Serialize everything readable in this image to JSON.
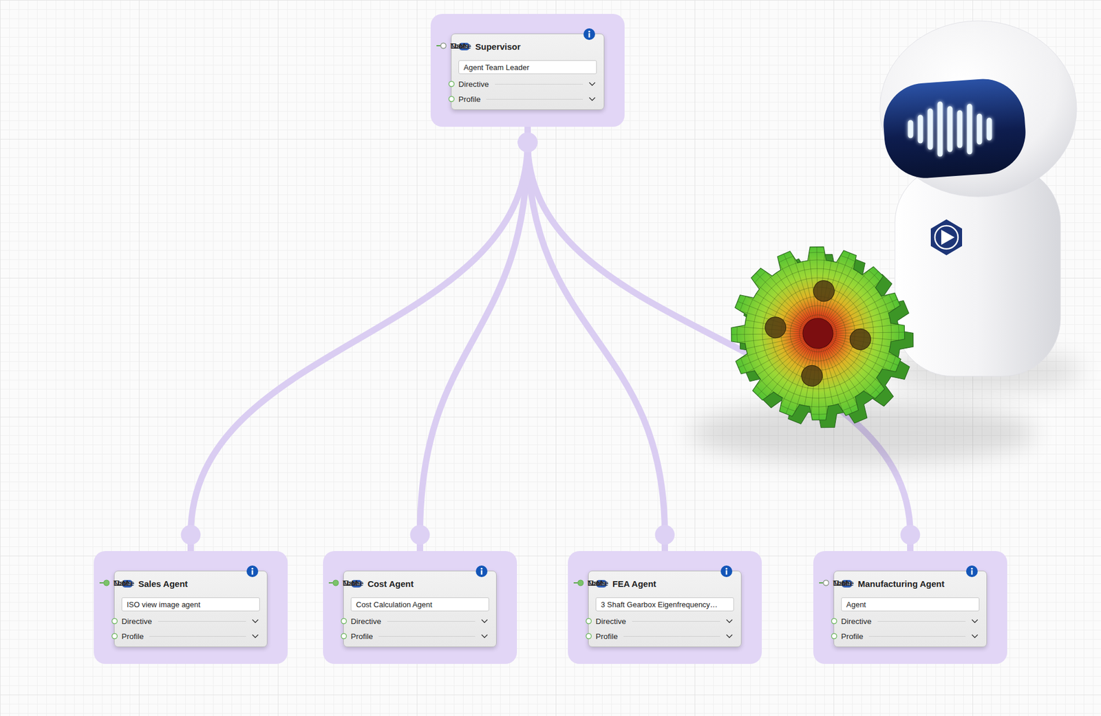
{
  "diagram": {
    "nodes": [
      {
        "text": [
          "Supervisor",
          "Name",
          "Agent Team Leader",
          "LLM",
          "Tools",
          "Directive",
          "Profile"
        ]
      },
      {
        "text": [
          "Sales Agent",
          "Name",
          "ISO view image agent",
          "LLM",
          "Tools",
          "Directive",
          "Profile"
        ]
      },
      {
        "text": [
          "Cost Agent",
          "Name",
          "Cost Calculation Agent",
          "LLM",
          "Tools",
          "Directive",
          "Profile"
        ]
      },
      {
        "text": [
          "FEA Agent",
          "Name",
          "3 Shaft Gearbox Eigenfrequency…",
          "LLM",
          "Tools",
          "Directive",
          "Profile"
        ]
      },
      {
        "text": [
          "Manufacturing Agent",
          "Name",
          "Agent",
          "LLM",
          "Tools",
          "Directive",
          "Profile"
        ]
      }
    ],
    "edges": [
      {
        "from": 0,
        "to": 1,
        "arrow": "none"
      },
      {
        "from": 0,
        "to": 2,
        "arrow": "none"
      },
      {
        "from": 0,
        "to": 3,
        "arrow": "none"
      },
      {
        "from": 0,
        "to": 4,
        "arrow": "none"
      }
    ]
  }
}
